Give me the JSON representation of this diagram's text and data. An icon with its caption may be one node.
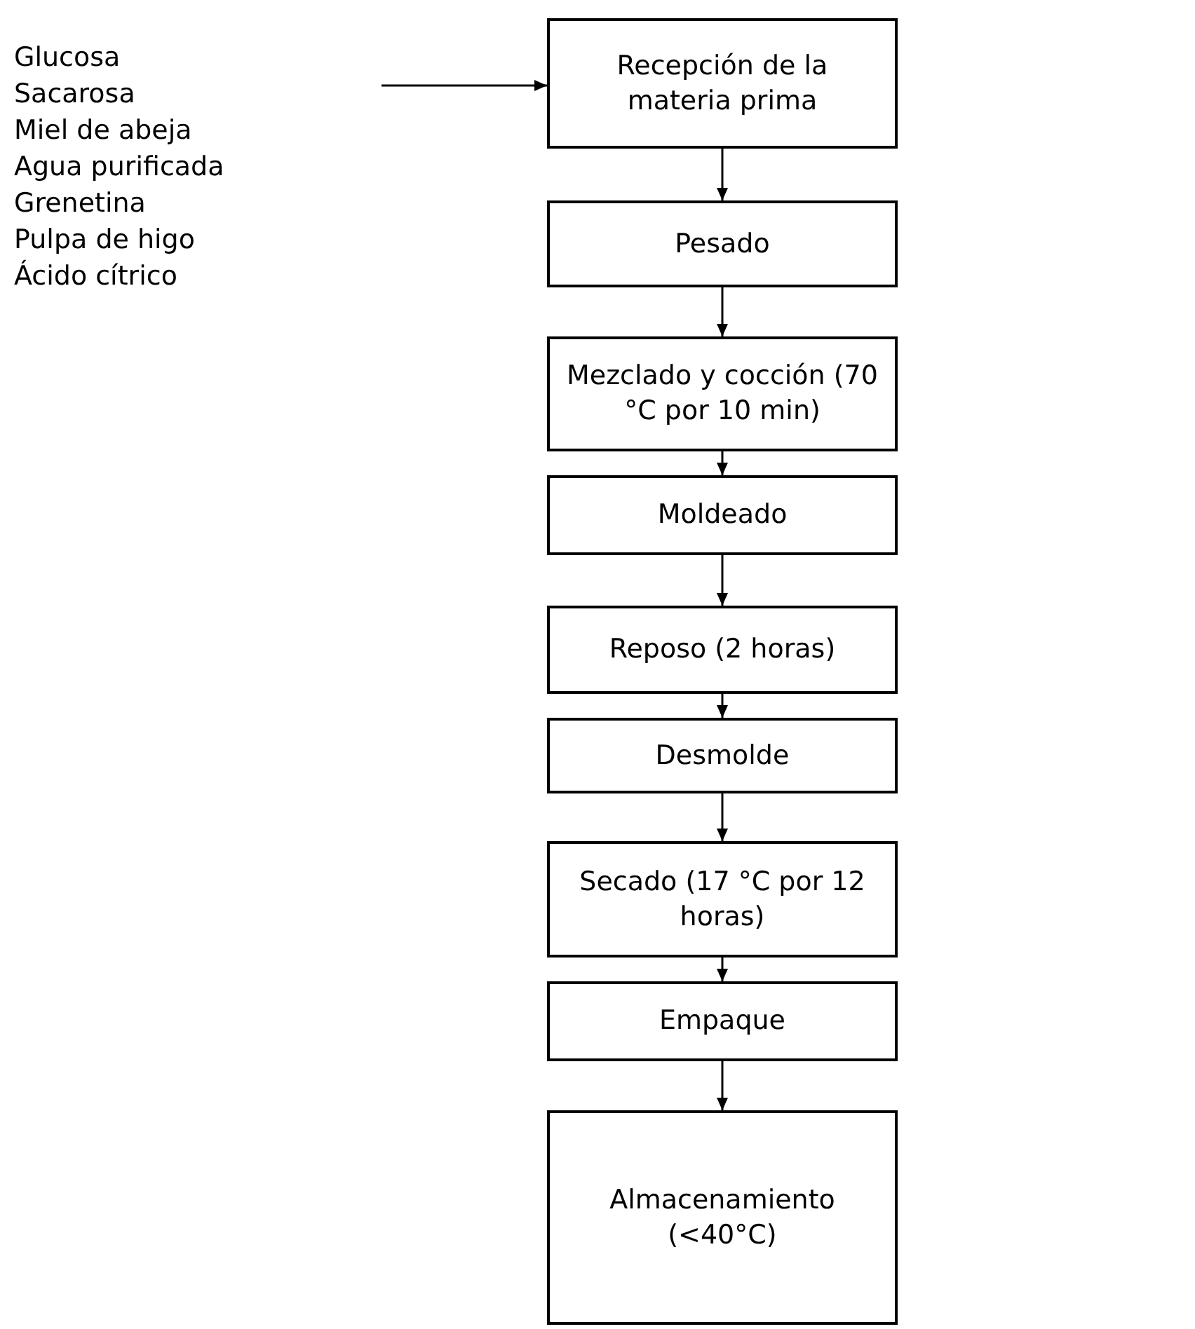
{
  "diagram": {
    "nodes": [
      {
        "text": [
          "Recepción de la materia prima"
        ]
      },
      {
        "text": [
          "Pesado"
        ]
      },
      {
        "text": [
          "Mezclado y cocción (70 °C por 10 min)"
        ]
      },
      {
        "text": [
          "Moldeado"
        ]
      },
      {
        "text": [
          "Reposo (2 horas)"
        ]
      },
      {
        "text": [
          "Desmolde"
        ]
      },
      {
        "text": [
          "Secado (17 °C por 12 horas)"
        ]
      },
      {
        "text": [
          "Empaque"
        ]
      },
      {
        "text": [
          "Almacenamiento (<40°C)"
        ]
      }
    ],
    "edges": [
      {
        "from": null,
        "to": 0,
        "arrow": "to"
      },
      {
        "from": 0,
        "to": 1,
        "arrow": "to"
      },
      {
        "from": 1,
        "to": 2,
        "arrow": "to"
      },
      {
        "from": 2,
        "to": 3,
        "arrow": "to"
      },
      {
        "from": 3,
        "to": 4,
        "arrow": "to"
      },
      {
        "from": 4,
        "to": 5,
        "arrow": "to"
      },
      {
        "from": 5,
        "to": 6,
        "arrow": "to"
      },
      {
        "from": 6,
        "to": 7,
        "arrow": "to"
      },
      {
        "from": 7,
        "to": 8,
        "arrow": "to"
      }
    ],
    "labels": [
      "Glucosa",
      "Sacarosa",
      "Miel de abeja",
      "Agua purificada",
      "Grenetina",
      "Pulpa de higo",
      "Ácido cítrico"
    ]
  }
}
